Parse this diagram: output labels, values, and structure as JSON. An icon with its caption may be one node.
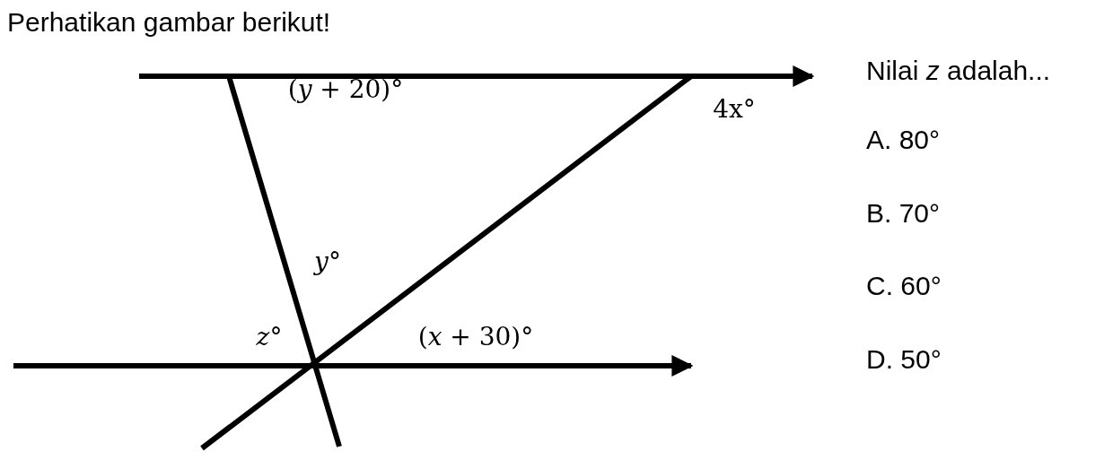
{
  "diagram": {
    "title": "Perhatikan gambar berikut!",
    "labels": [
      "(*y* + 20)°",
      "4x°",
      "*y*°",
      "*z*°",
      "(*x* + 30)°",
      "Nilai *z* adalah...",
      "A. 80°",
      "B. 70°",
      "C. 60°",
      "D. 50°"
    ]
  }
}
